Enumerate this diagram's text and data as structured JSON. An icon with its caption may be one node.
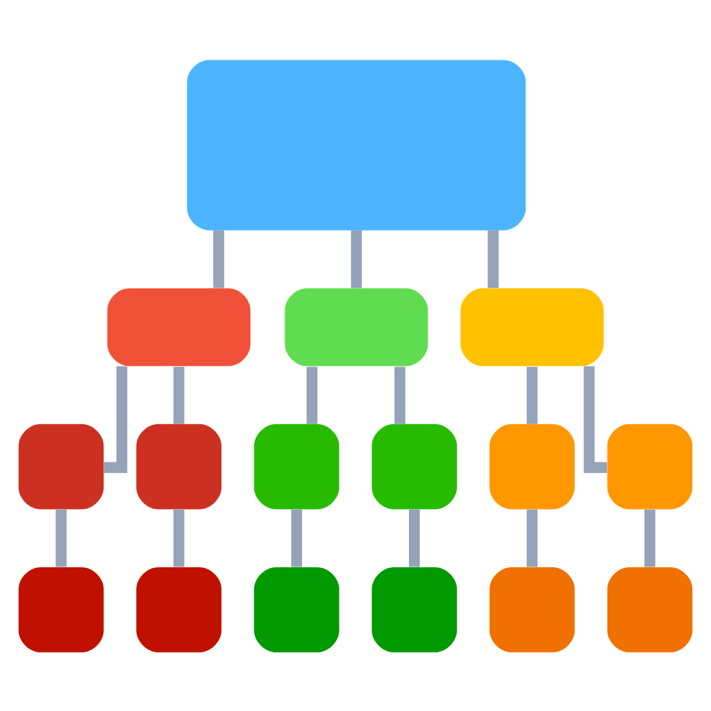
{
  "diagram": {
    "nodes": [
      {
        "text": [],
        "shape": "box"
      },
      {
        "text": [],
        "shape": "box"
      },
      {
        "text": [],
        "shape": "box"
      },
      {
        "text": [],
        "shape": "box"
      },
      {
        "text": [],
        "shape": "box"
      },
      {
        "text": [],
        "shape": "box"
      },
      {
        "text": [],
        "shape": "box"
      },
      {
        "text": [],
        "shape": "box"
      },
      {
        "text": [],
        "shape": "box"
      },
      {
        "text": [],
        "shape": "box"
      },
      {
        "text": [],
        "shape": "box"
      },
      {
        "text": [],
        "shape": "box"
      },
      {
        "text": [],
        "shape": "box"
      },
      {
        "text": [],
        "shape": "box"
      },
      {
        "text": [],
        "shape": "box"
      },
      {
        "text": [],
        "shape": "box"
      }
    ],
    "edges": [
      {
        "from": 0,
        "to": 1,
        "arrow": "none"
      },
      {
        "from": 0,
        "to": 2,
        "arrow": "none"
      },
      {
        "from": 0,
        "to": 3,
        "arrow": "none"
      },
      {
        "from": 1,
        "to": 4,
        "arrow": "none"
      },
      {
        "from": 1,
        "to": 5,
        "arrow": "none"
      },
      {
        "from": 2,
        "to": 6,
        "arrow": "none"
      },
      {
        "from": 2,
        "to": 7,
        "arrow": "none"
      },
      {
        "from": 3,
        "to": 8,
        "arrow": "none"
      },
      {
        "from": 3,
        "to": 9,
        "arrow": "none"
      },
      {
        "from": 4,
        "to": 10,
        "arrow": "none"
      },
      {
        "from": 5,
        "to": 11,
        "arrow": "none"
      },
      {
        "from": 6,
        "to": 12,
        "arrow": "none"
      },
      {
        "from": 7,
        "to": 13,
        "arrow": "none"
      },
      {
        "from": 8,
        "to": 14,
        "arrow": "none"
      },
      {
        "from": 9,
        "to": 15,
        "arrow": "none"
      }
    ]
  }
}
